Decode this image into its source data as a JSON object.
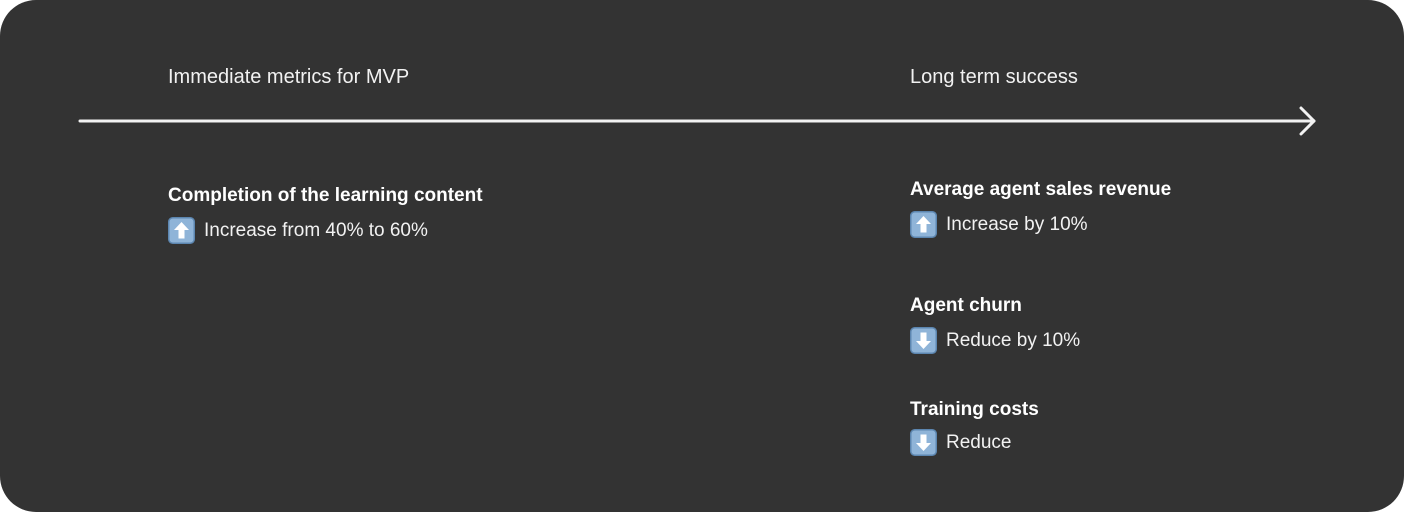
{
  "columns": {
    "immediate_title": "Immediate metrics for MVP",
    "long_term_title": "Long term success"
  },
  "immediate_metrics": [
    {
      "title": "Completion of the learning content",
      "direction": "up",
      "icon": "up-arrow-icon",
      "detail": "Increase from 40% to 60%"
    }
  ],
  "long_term_metrics": [
    {
      "title": "Average agent sales revenue",
      "direction": "up",
      "icon": "up-arrow-icon",
      "detail": "Increase by 10%"
    },
    {
      "title": "Agent churn",
      "direction": "down",
      "icon": "down-arrow-icon",
      "detail": "Reduce by 10%"
    },
    {
      "title": "Training costs",
      "direction": "down",
      "icon": "down-arrow-icon",
      "detail": "Reduce"
    }
  ],
  "colors": {
    "background": "#333333",
    "text": "#ffffff",
    "icon_fill": "#8fb4d8",
    "icon_border": "#5c86b0"
  }
}
